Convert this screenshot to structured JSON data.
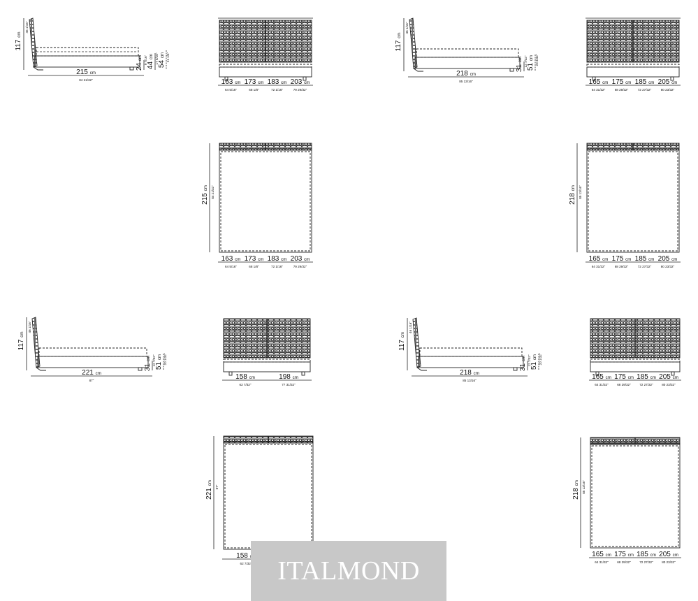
{
  "watermark": {
    "text": "ITALMOND"
  },
  "units": {
    "cm": "cm"
  },
  "side_views": [
    {
      "height_cm": "117",
      "height_in": "46 1/16\"",
      "length_cm": "215",
      "length_in": "84 21/32\"",
      "heights": [
        {
          "cm": "24",
          "in": "9 7/16\""
        },
        {
          "cm": "44",
          "in": "17 5/16\""
        },
        {
          "cm": "54",
          "in": "21 1/4\""
        }
      ]
    },
    {
      "height_cm": "117",
      "height_in": "46 1/16\"",
      "length_cm": "218",
      "length_in": "85 13/16\"",
      "heights": [
        {
          "cm": "31",
          "in": "12 7/32\""
        },
        {
          "cm": "51",
          "in": "20 3/32\""
        }
      ]
    },
    {
      "height_cm": "117",
      "height_in": "46 1/16\"",
      "length_cm": "221",
      "length_in": "87\"",
      "heights": [
        {
          "cm": "31",
          "in": "12 7/32\""
        },
        {
          "cm": "51",
          "in": "20 1/32\""
        }
      ]
    },
    {
      "height_cm": "117",
      "height_in": "46 1/16\"",
      "length_cm": "218",
      "length_in": "85 13/16\"",
      "heights": [
        {
          "cm": "31",
          "in": "12 7/32\""
        },
        {
          "cm": "51",
          "in": "20 1/32\""
        }
      ]
    }
  ],
  "width_sets": [
    {
      "widths": [
        {
          "cm": "163",
          "in": "64 5/16\""
        },
        {
          "cm": "173",
          "in": "68 1/8\""
        },
        {
          "cm": "183",
          "in": "72 1/16\""
        },
        {
          "cm": "203",
          "in": "79 29/32\""
        }
      ]
    },
    {
      "widths": [
        {
          "cm": "165",
          "in": "64 31/32\""
        },
        {
          "cm": "175",
          "in": "68 29/32\""
        },
        {
          "cm": "185",
          "in": "72 27/32\""
        },
        {
          "cm": "205",
          "in": "80 23/32\""
        }
      ]
    },
    {
      "widths": [
        {
          "cm": "158",
          "in": "62 7/32\""
        },
        {
          "cm": "198",
          "in": "77 31/32\""
        }
      ]
    },
    {
      "widths": [
        {
          "cm": "165",
          "in": "64 31/32\""
        },
        {
          "cm": "175",
          "in": "68 29/32\""
        },
        {
          "cm": "185",
          "in": "72 27/32\""
        },
        {
          "cm": "205",
          "in": "80 23/32\""
        }
      ]
    }
  ],
  "top_views": [
    {
      "length_cm": "215",
      "length_in": "84 21/32\""
    },
    {
      "length_cm": "218",
      "length_in": "85 13/16\""
    },
    {
      "length_cm": "221",
      "length_in": "87\""
    },
    {
      "length_cm": "218",
      "length_in": "85 13/16\""
    }
  ]
}
